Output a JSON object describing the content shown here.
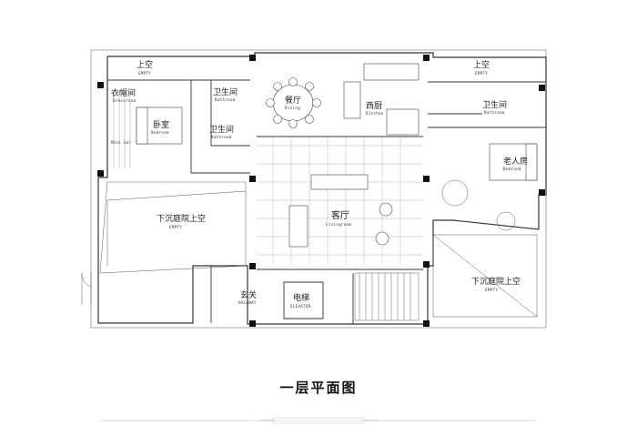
{
  "drawing_title": "一层平面图",
  "rooms": {
    "empty_left": {
      "zh": "上空",
      "en": "EMPTY"
    },
    "empty_right": {
      "zh": "上空",
      "en": "EMPTY"
    },
    "cloakroom": {
      "zh": "衣帽间",
      "en": "Dressroom"
    },
    "bath_a": {
      "zh": "卫生间",
      "en": "Bathroom"
    },
    "bath_b": {
      "zh": "卫生间",
      "en": "Bathroom"
    },
    "bath_c": {
      "zh": "卫生间",
      "en": "Bathroom"
    },
    "bedroom": {
      "zh": "卧室",
      "en": "Bedroom"
    },
    "mini_bar": {
      "en": "Mini bar"
    },
    "dining": {
      "zh": "餐厅",
      "en": "Dining"
    },
    "kitchen": {
      "zh": "西厨",
      "en": "Kitchen"
    },
    "elder_room": {
      "zh": "老人房",
      "en": "Bedroom"
    },
    "living": {
      "zh": "客厅",
      "en": "Livingroom"
    },
    "sunken_left": {
      "zh": "下沉庭院上空",
      "en": "EMPTY"
    },
    "sunken_right": {
      "zh": "下沉庭院上空",
      "en": "EMPTY"
    },
    "foyer": {
      "zh": "玄关",
      "en": "HALLWAY"
    },
    "elevator": {
      "zh": "电梯",
      "en": "ELEVATOR"
    }
  }
}
